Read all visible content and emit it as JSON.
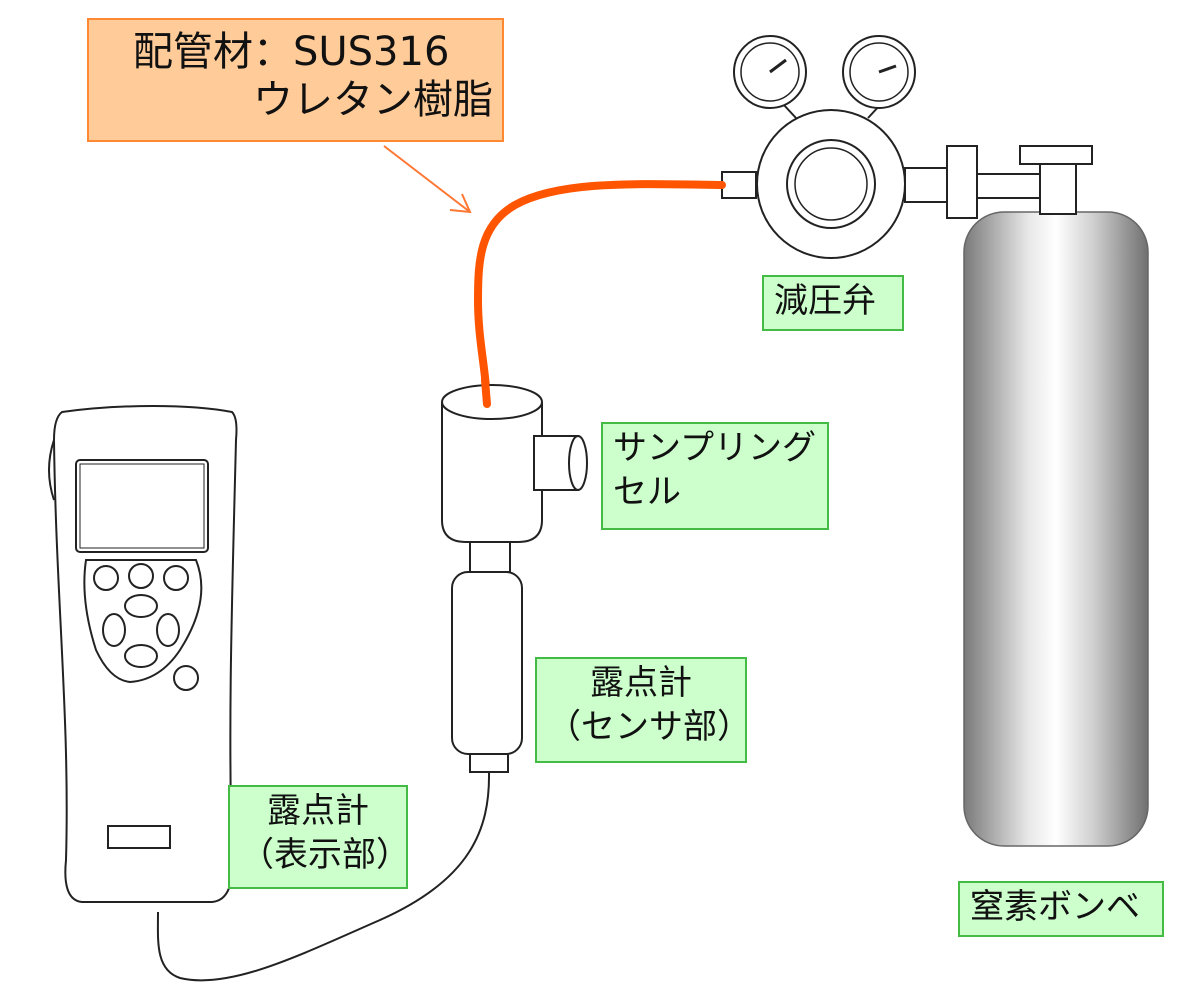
{
  "material_note": {
    "line1": "配管材：SUS316",
    "line2": "ウレタン樹脂"
  },
  "labels": {
    "regulator": "減圧弁",
    "sampling_cell_line1": "サンプリング",
    "sampling_cell_line2": "セル",
    "sensor_line1": "露点計",
    "sensor_line2": "（センサ部）",
    "display_line1": "露点計",
    "display_line2": "（表示部）",
    "cylinder": "窒素ボンベ"
  },
  "colors": {
    "pipe": "#ff5500",
    "arrow": "#ff7733",
    "label_fill": "#ccffcc",
    "label_border": "#44bb44",
    "note_fill": "#ffcc99",
    "note_border": "#ff8833",
    "outline": "#222222"
  }
}
